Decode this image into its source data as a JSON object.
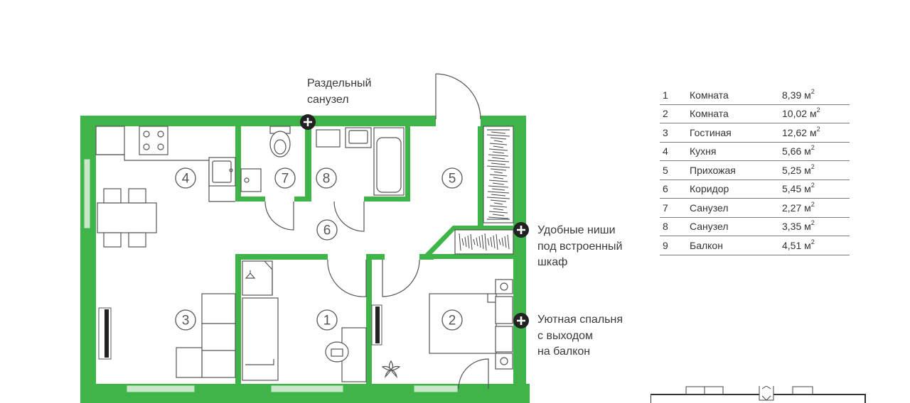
{
  "colors": {
    "wall": "#3fb449",
    "window": "#c9e8c9",
    "marker": "#222222"
  },
  "rooms": [
    {
      "num": "1",
      "name": "Комната",
      "area": "8,39",
      "unit": "м",
      "exp": "2"
    },
    {
      "num": "2",
      "name": "Комната",
      "area": "10,02",
      "unit": "м",
      "exp": "2"
    },
    {
      "num": "3",
      "name": "Гостиная",
      "area": "12,62",
      "unit": "м",
      "exp": "2"
    },
    {
      "num": "4",
      "name": "Кухня",
      "area": "5,66",
      "unit": "м",
      "exp": "2"
    },
    {
      "num": "5",
      "name": "Прихожая",
      "area": "5,25",
      "unit": "м",
      "exp": "2"
    },
    {
      "num": "6",
      "name": "Коридор",
      "area": "5,45",
      "unit": "м",
      "exp": "2"
    },
    {
      "num": "7",
      "name": "Санузел",
      "area": "2,27",
      "unit": "м",
      "exp": "2"
    },
    {
      "num": "8",
      "name": "Санузел",
      "area": "3,35",
      "unit": "м",
      "exp": "2"
    },
    {
      "num": "9",
      "name": "Балкон",
      "area": "4,51",
      "unit": "м",
      "exp": "2"
    }
  ],
  "plan_labels": {
    "r1": "1",
    "r2": "2",
    "r3": "3",
    "r4": "4",
    "r5": "5",
    "r6": "6",
    "r7": "7",
    "r8": "8"
  },
  "notes": {
    "bathroom": [
      "Раздельный",
      "санузел"
    ],
    "niches": [
      "Удобные ниши",
      "под встроенный",
      "шкаф"
    ],
    "bedroom": [
      "Уютная спальня",
      "с выходом",
      "на балкон"
    ]
  },
  "icons": {
    "marker": "plus-circle-icon"
  }
}
